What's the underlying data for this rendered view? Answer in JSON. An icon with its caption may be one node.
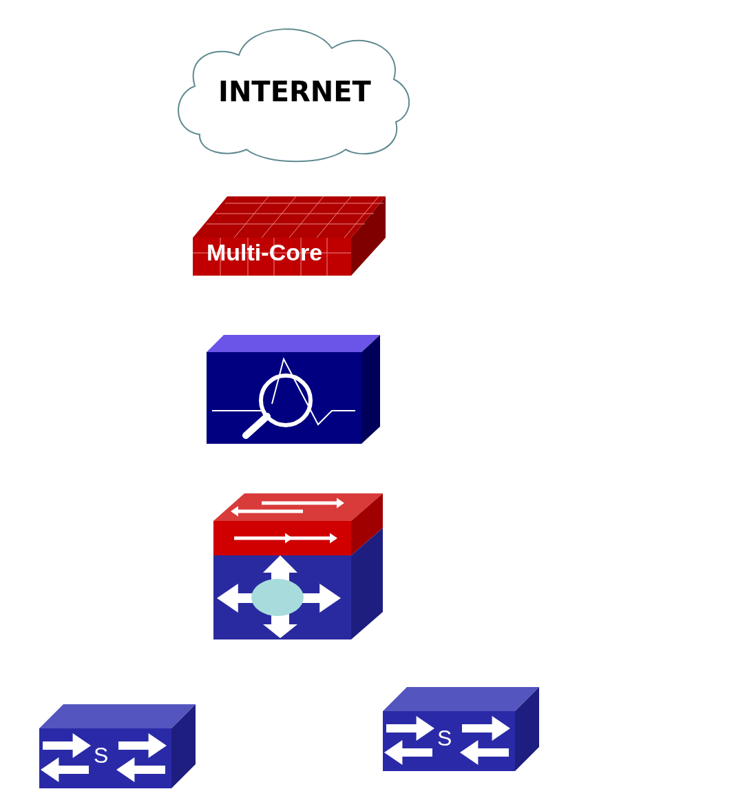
{
  "diagram": {
    "nodes": [
      {
        "text": [
          "INTERNET"
        ]
      },
      {
        "text": [
          "Multi-Core"
        ]
      },
      {
        "text": [],
        "shape": "picture"
      },
      {
        "text": [],
        "shape": "picture"
      },
      {
        "text": [
          "S"
        ]
      },
      {
        "text": [
          "S"
        ]
      }
    ]
  }
}
